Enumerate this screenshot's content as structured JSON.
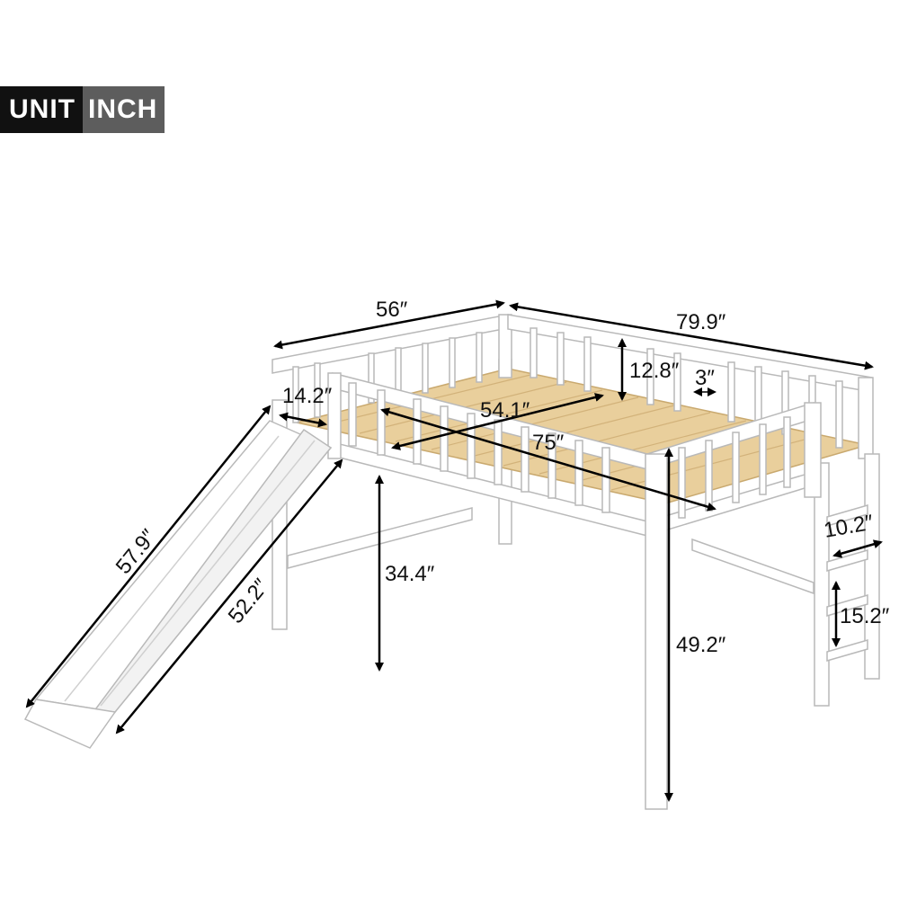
{
  "badge": {
    "unit": "UNIT",
    "inch": "INCH"
  },
  "colors": {
    "frame": "#ffffff",
    "edge": "#b9b9b9",
    "wood": "#e9cf9c",
    "arrow": "#000000",
    "badge_dark": "#111111",
    "badge_gray": "#5d5d5d"
  },
  "dimensions": {
    "length_top": "56″",
    "width_side": "79.9″",
    "guard_height": "12.8″",
    "slat_gap": "3″",
    "entry_gap": "14.2″",
    "inner_width": "54.1″",
    "inner_length": "75″",
    "slide_length": "57.9″",
    "slide_inner": "52.2″",
    "underbed_height": "34.4″",
    "total_height": "49.2″",
    "ladder_width": "10.2″",
    "step_spacing": "15.2″"
  }
}
